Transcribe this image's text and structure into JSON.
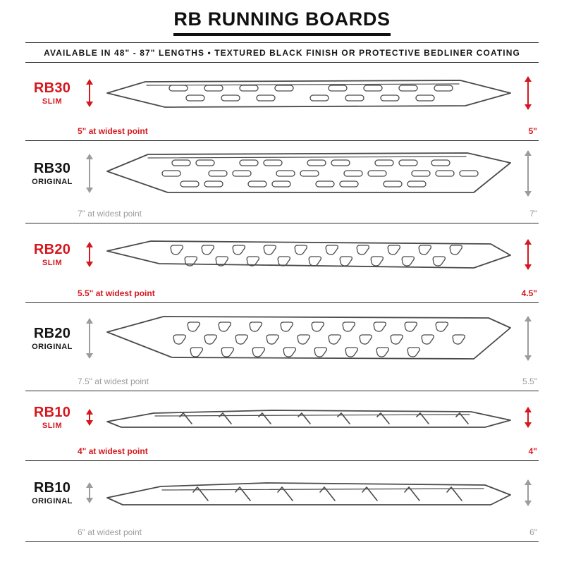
{
  "header": {
    "title": "RB RUNNING BOARDS",
    "subtitle": "AVAILABLE IN 48\" - 87\" LENGTHS • TEXTURED BLACK FINISH OR PROTECTIVE BEDLINER COATING"
  },
  "rows": [
    {
      "model": "RB30",
      "variant": "SLIM",
      "widest_label": "5\" at widest point",
      "height_label": "5\"",
      "accent": "#d6171e"
    },
    {
      "model": "RB30",
      "variant": "ORIGINAL",
      "widest_label": "7\" at widest point",
      "height_label": "7\"",
      "accent": "#9c9c9c"
    },
    {
      "model": "RB20",
      "variant": "SLIM",
      "widest_label": "5.5\" at widest point",
      "height_label": "4.5\"",
      "accent": "#d6171e"
    },
    {
      "model": "RB20",
      "variant": "ORIGINAL",
      "widest_label": "7.5\" at widest point",
      "height_label": "5.5\"",
      "accent": "#9c9c9c"
    },
    {
      "model": "RB10",
      "variant": "SLIM",
      "widest_label": "4\" at widest point",
      "height_label": "4\"",
      "accent": "#d6171e"
    },
    {
      "model": "RB10",
      "variant": "ORIGINAL",
      "widest_label": "6\" at widest point",
      "height_label": "6\"",
      "accent": "#9c9c9c"
    }
  ],
  "colors": {
    "accent_red": "#d6171e",
    "measure_gray": "#9c9c9c",
    "ink": "#101010",
    "line_art": "#4a4a4a"
  }
}
